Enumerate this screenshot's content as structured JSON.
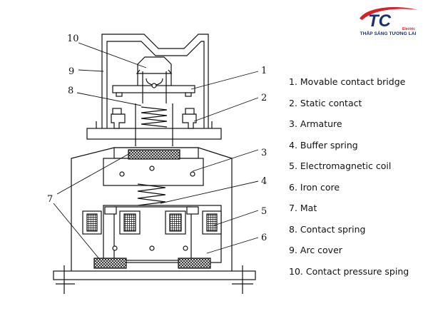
{
  "brand": {
    "mark": "TC",
    "sub": "Electric",
    "slogan": "THẮP SÁNG TƯƠNG LAI",
    "red": "#d92027",
    "navy": "#1a2f6e"
  },
  "callouts": [
    "10",
    "9",
    "8",
    "1",
    "2",
    "3",
    "4",
    "5",
    "6",
    "7"
  ],
  "legend": [
    "1. Movable contact bridge",
    "2. Static contact",
    "3. Armature",
    "4. Buffer spring",
    "5. Electromagnetic coil",
    "6. Iron core",
    "7. Mat",
    "8. Contact spring",
    "9. Arc cover",
    "10. Contact pressure sping"
  ]
}
